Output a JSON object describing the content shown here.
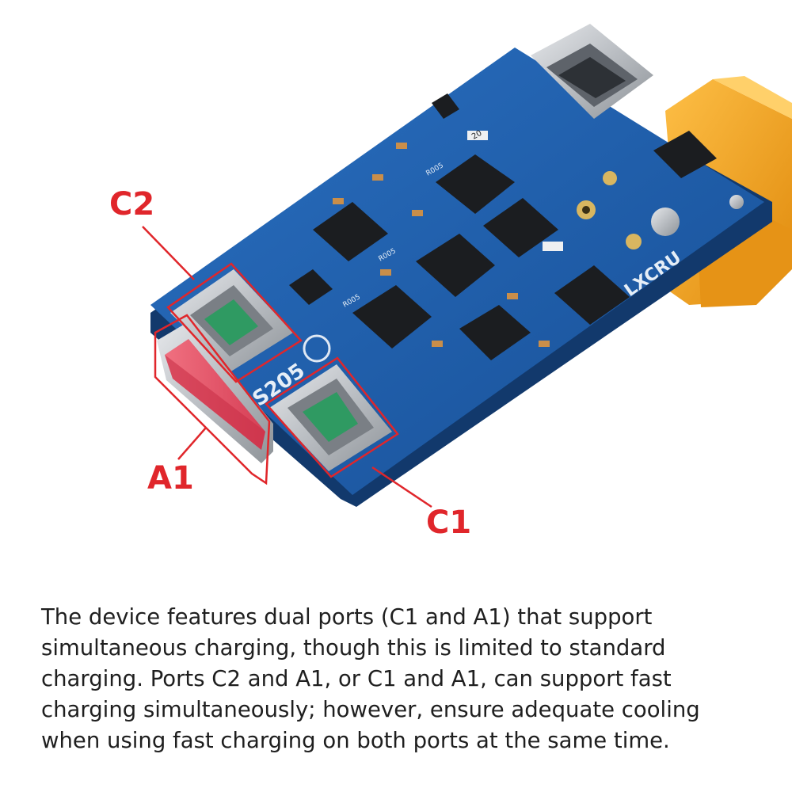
{
  "colors": {
    "accent": "#e0262b",
    "board_blue": "#1f5fae",
    "board_dark": "#16457f",
    "connector_orange": "#f4a51c",
    "usb_a_pink": "#e84f63",
    "chip_black": "#1b1d20",
    "metal": "#c9ccd0",
    "text": "#1f1f1f"
  },
  "board": {
    "silkscreen_model": "-S205",
    "silkscreen_brand": "LXCRU",
    "component_labels": [
      "20",
      "R005",
      "R005",
      "R005"
    ]
  },
  "callouts": {
    "c2": "C2",
    "a1": "A1",
    "c1": "C1"
  },
  "caption": "The device features dual ports (C1 and A1) that support simultaneous charging, though this is limited to standard charging. Ports C2 and A1, or C1 and A1, can support fast charging simultaneously; however, ensure adequate cooling when using fast charging on both ports at the same time."
}
